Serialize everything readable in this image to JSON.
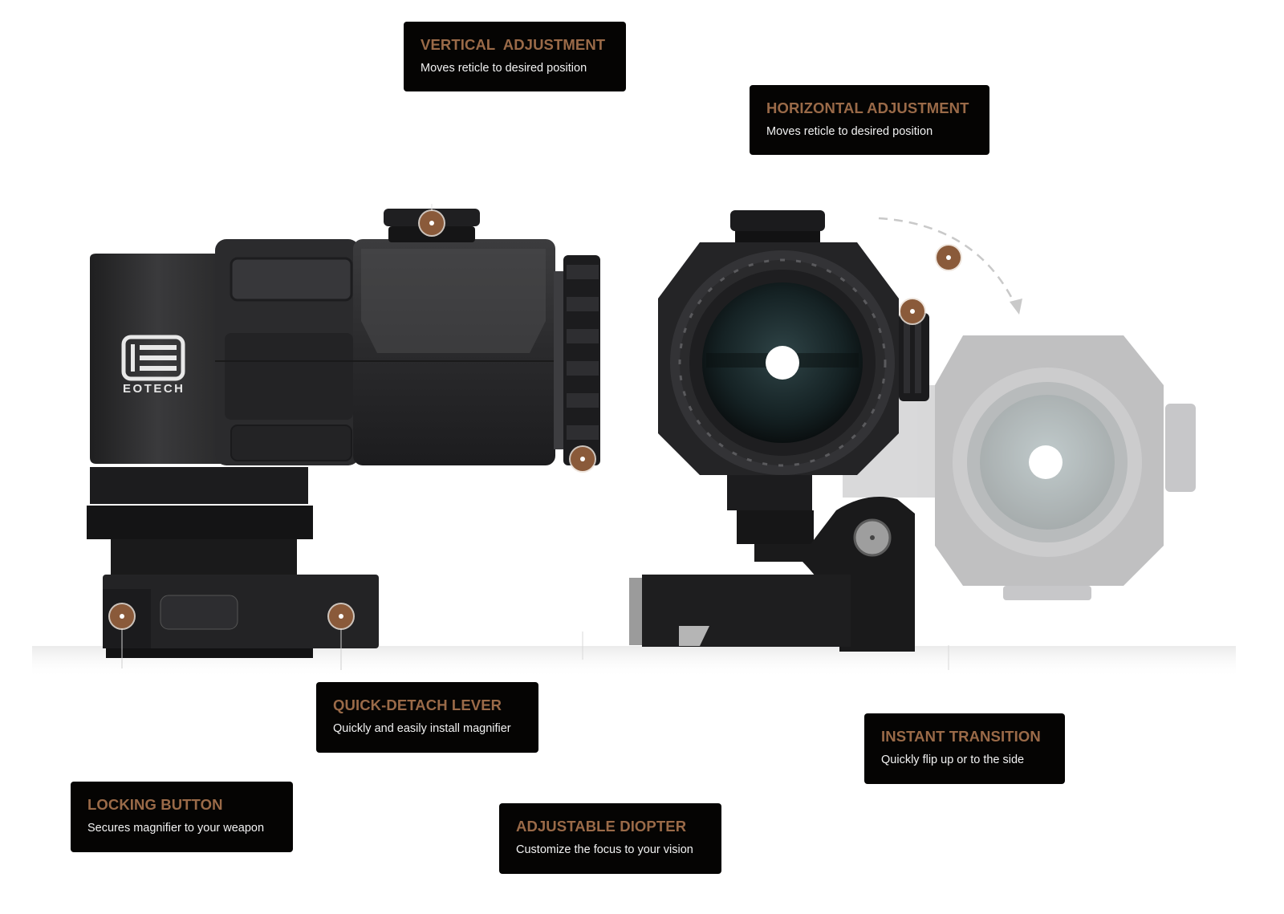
{
  "product": {
    "brand": "EOTECH",
    "views": [
      {
        "id": "side-view",
        "label": "Magnifier side view"
      },
      {
        "id": "rear-view",
        "label": "Magnifier rear view with flip-to-side ghost"
      }
    ]
  },
  "colors": {
    "callout_bg": "#050403",
    "callout_title": "#9a6a48",
    "callout_text": "#f2f2f2",
    "hotspot": "#8a5a3a",
    "background": "#ffffff"
  },
  "callouts": [
    {
      "id": "vertical-adjustment",
      "title": "VERTICAL  ADJUSTMENT",
      "description": "Moves reticle to desired position"
    },
    {
      "id": "horizontal-adjustment",
      "title": "HORIZONTAL ADJUSTMENT",
      "description": "Moves reticle to desired position"
    },
    {
      "id": "quick-detach-lever",
      "title": "QUICK-DETACH LEVER",
      "description": "Quickly and easily install magnifier"
    },
    {
      "id": "instant-transition",
      "title": "INSTANT TRANSITION",
      "description": "Quickly flip up or to the side"
    },
    {
      "id": "locking-button",
      "title": "LOCKING BUTTON",
      "description": "Secures magnifier to your weapon"
    },
    {
      "id": "adjustable-diopter",
      "title": "ADJUSTABLE DIOPTER",
      "description": "Customize the focus to your vision"
    }
  ],
  "hotspots": [
    {
      "id": "vertical-adjustment",
      "icon": "hotspot-dot-icon"
    },
    {
      "id": "horizontal-adjustment",
      "icon": "hotspot-dot-icon"
    },
    {
      "id": "instant-transition",
      "icon": "hotspot-dot-icon"
    },
    {
      "id": "adjustable-diopter",
      "icon": "hotspot-dot-icon"
    },
    {
      "id": "locking-button",
      "icon": "hotspot-dot-icon"
    },
    {
      "id": "quick-detach-lever",
      "icon": "hotspot-dot-icon"
    }
  ]
}
